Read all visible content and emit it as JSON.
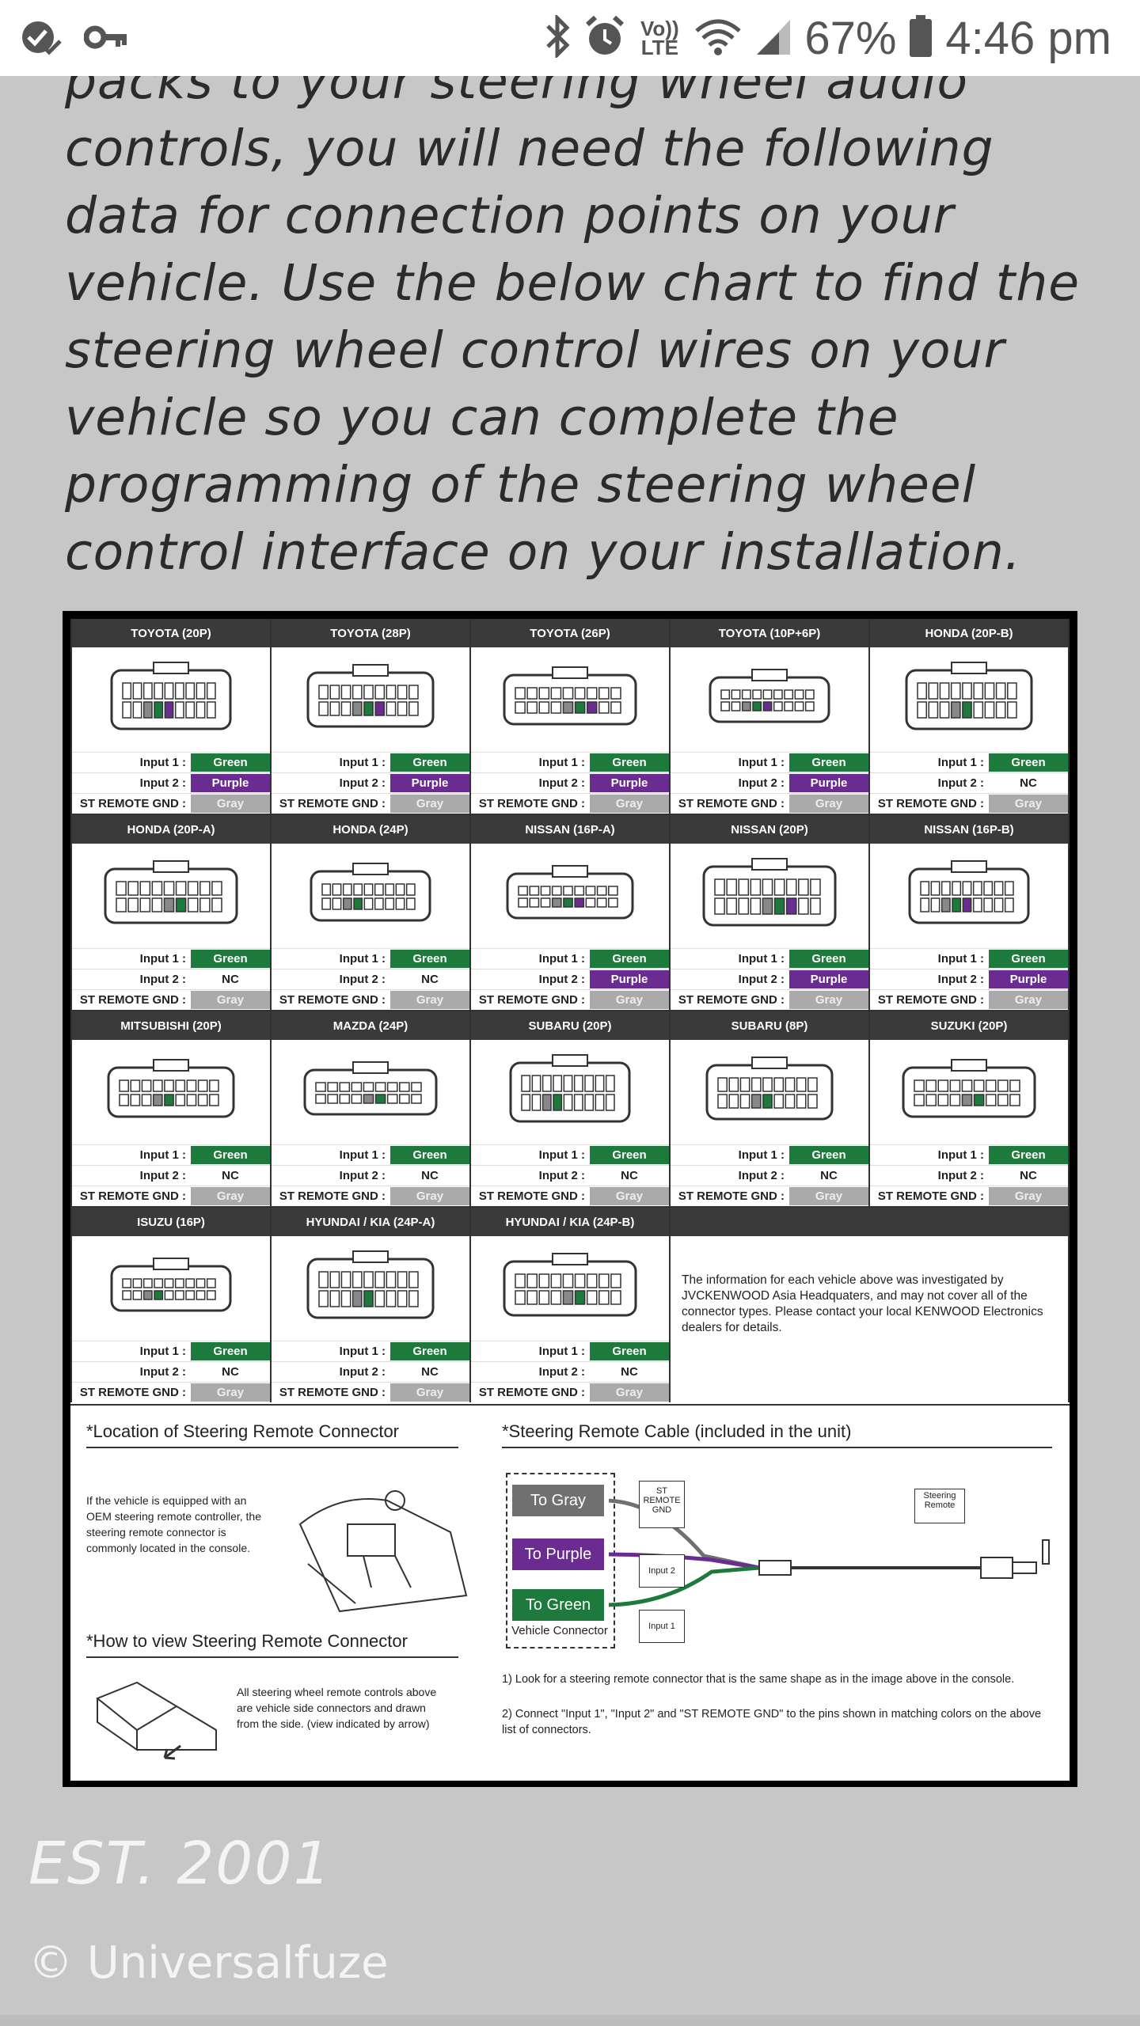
{
  "status_bar": {
    "battery": "67%",
    "time": "4:46 pm",
    "network": "Vo)) LTE",
    "icons": [
      "app-check-icon",
      "key-icon",
      "bluetooth-icon",
      "alarm-icon",
      "lte-icon",
      "wifi-icon",
      "signal-icon",
      "battery-icon"
    ]
  },
  "article": {
    "lines": [
      "packs to your steering wheel audio",
      "controls, you will need the following",
      "data for connection points on your",
      "vehicle. Use the below chart to find the",
      "steering wheel control wires on your",
      "vehicle so you can complete the",
      "programming of the steering wheel",
      "control interface on your installation."
    ]
  },
  "chart": {
    "row_labels": {
      "input1": "Input 1 :",
      "input2": "Input 2 :",
      "gnd": "ST REMOTE GND :"
    },
    "colors": {
      "green": "#1e7a3c",
      "purple": "#6a2c91",
      "gray": "#aaaaaa"
    },
    "connectors": [
      {
        "name": "TOYOTA (20P)",
        "input1": "Green",
        "input2": "Purple",
        "gnd": "Gray"
      },
      {
        "name": "TOYOTA (28P)",
        "input1": "Green",
        "input2": "Purple",
        "gnd": "Gray"
      },
      {
        "name": "TOYOTA (26P)",
        "input1": "Green",
        "input2": "Purple",
        "gnd": "Gray"
      },
      {
        "name": "TOYOTA (10P+6P)",
        "input1": "Green",
        "input2": "Purple",
        "gnd": "Gray"
      },
      {
        "name": "HONDA (20P-B)",
        "input1": "Green",
        "input2": "NC",
        "gnd": "Gray"
      },
      {
        "name": "HONDA (20P-A)",
        "input1": "Green",
        "input2": "NC",
        "gnd": "Gray"
      },
      {
        "name": "HONDA (24P)",
        "input1": "Green",
        "input2": "NC",
        "gnd": "Gray"
      },
      {
        "name": "NISSAN (16P-A)",
        "input1": "Green",
        "input2": "Purple",
        "gnd": "Gray"
      },
      {
        "name": "NISSAN (20P)",
        "input1": "Green",
        "input2": "Purple",
        "gnd": "Gray"
      },
      {
        "name": "NISSAN (16P-B)",
        "input1": "Green",
        "input2": "Purple",
        "gnd": "Gray"
      },
      {
        "name": "MITSUBISHI (20P)",
        "input1": "Green",
        "input2": "NC",
        "gnd": "Gray"
      },
      {
        "name": "MAZDA (24P)",
        "input1": "Green",
        "input2": "NC",
        "gnd": "Gray"
      },
      {
        "name": "SUBARU (20P)",
        "input1": "Green",
        "input2": "NC",
        "gnd": "Gray"
      },
      {
        "name": "SUBARU (8P)",
        "input1": "Green",
        "input2": "NC",
        "gnd": "Gray"
      },
      {
        "name": "SUZUKI (20P)",
        "input1": "Green",
        "input2": "NC",
        "gnd": "Gray"
      },
      {
        "name": "ISUZU (16P)",
        "input1": "Green",
        "input2": "NC",
        "gnd": "Gray"
      },
      {
        "name": "HYUNDAI / KIA (24P-A)",
        "input1": "Green",
        "input2": "NC",
        "gnd": "Gray"
      },
      {
        "name": "HYUNDAI / KIA (24P-B)",
        "input1": "Green",
        "input2": "NC",
        "gnd": "Gray"
      }
    ],
    "note": "The information for each vehicle above was investigated by JVCKENWOOD Asia Headquaters, and may not cover all of the connector types. Please contact your local KENWOOD Electronics dealers for details.",
    "location_title": "*Location of Steering Remote Connector",
    "location_text": "If the vehicle is equipped with an OEM steering remote controller, the steering remote connector is commonly located in the console.",
    "howto_title": "*How to view Steering Remote Connector",
    "howto_text": "All steering wheel remote controls above are vehicle side connectors and drawn from the side. (view indicated by arrow)",
    "cable_title": "*Steering Remote Cable (included in the unit)",
    "cable_to_gray": "To Gray",
    "cable_to_purple": "To Purple",
    "cable_to_green": "To Green",
    "vehicle_connector": "Vehicle Connector",
    "st_remote_gnd_box": "ST REMOTE GND",
    "input2_box": "Input 2",
    "input1_box": "Input 1",
    "steering_remote": "Steering Remote",
    "step1": "1) Look for a steering remote connector that is the same shape as in the image above in the console.",
    "step2": "2) Connect \"Input 1\", \"Input 2\" and \"ST REMOTE GND\" to the pins shown in matching colors on the above list of connectors."
  },
  "footer": {
    "est": "EST. 2001",
    "copyright": "© Universalfuze"
  }
}
